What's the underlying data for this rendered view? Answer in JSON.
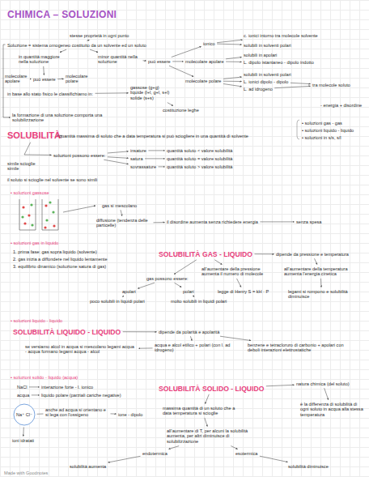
{
  "diagram": {
    "title": "CHIMICA – SOLUZIONI",
    "nodes": [
      {
        "text": [
          "Soluzione = sistema omogeneo costituito da un solvente ed un soluto"
        ]
      },
      {
        "text": [
          "stesse proprietà in ogni punto"
        ]
      },
      {
        "text": [
          "in quantità maggiore nella soluzione"
        ]
      },
      {
        "text": [
          "minor quantità nella soluzione"
        ]
      },
      {
        "text": [
          "può essere"
        ]
      },
      {
        "text": [
          "molecolare apolare"
        ]
      },
      {
        "text": [
          "molecolare polare"
        ]
      },
      {
        "text": [
          "può essere"
        ]
      },
      {
        "text": [
          "ionico"
        ]
      },
      {
        "text": [
          "molecolare apolare"
        ]
      },
      {
        "text": [
          "molecolare polare"
        ]
      },
      {
        "text": [
          "c. ionici intorno tra molecole solvente"
        ]
      },
      {
        "text": [
          "solubili in solventi polari"
        ]
      },
      {
        "text": [
          "solubili in apolari"
        ]
      },
      {
        "text": [
          "L. dipolo istantaneo - dipolo indotto"
        ]
      },
      {
        "text": [
          "solubili in solventi polari"
        ]
      },
      {
        "text": [
          "L. ionici dipolo - dipolo"
        ]
      },
      {
        "text": [
          "L. ad idrogeno"
        ]
      },
      {
        "text": [
          "tra molecole soluto"
        ]
      },
      {
        "text": [
          "in base allo stato fisico le classifichiamo in:"
        ]
      },
      {
        "text": [
          "gassose (g+g)",
          "liquide (l+l, g+l, s+l)",
          "solide (s+s)"
        ]
      },
      {
        "text": [
          "costituzione leghe"
        ]
      },
      {
        "text": [
          "la formazione di una soluzione comporta una solubilizzazione"
        ]
      },
      {
        "text": [
          "quantità massima di soluto che a data temperatura si può sciogliere in una quantità di solvente"
        ]
      },
      {
        "text": [
          "SOLUBILITÀ"
        ]
      },
      {
        "text": [
          "quantità massima di soluto che a data temperatura si può sciogliere in una quantità di solvente"
        ]
      },
      {
        "text": [
          "soluzioni possono essere:"
        ]
      },
      {
        "text": [
          "insature"
        ]
      },
      {
        "text": [
          "satura"
        ]
      },
      {
        "text": [
          "sovrassature"
        ]
      },
      {
        "text": [
          "quantità soluto < valore solubilità"
        ]
      },
      {
        "text": [
          "quantità soluto = valore solubilità"
        ]
      },
      {
        "text": [
          "quantità soluto > valore solubilità"
        ]
      },
      {
        "text": [
          "gas si mescolano"
        ]
      },
      {
        "text": [
          "diffusione (tendenza delle particelle)"
        ]
      },
      {
        "text": [
          "il disordine aumenta senza richiedere energia"
        ]
      },
      {
        "text": [
          "senza spesa"
        ]
      },
      {
        "text": [
          "SOLUBILITÀ GAS - LIQUIDO"
        ]
      },
      {
        "text": [
          "dipende da pressione e temperatura"
        ]
      },
      {
        "text": [
          "all'aumentare della pressione aumenta il numero di molecole"
        ]
      },
      {
        "text": [
          "legge di Henry S = kH · P"
        ]
      },
      {
        "text": [
          "all'aumentare della temperatura aumenta l'energia cinetica"
        ]
      },
      {
        "text": [
          "legami si rompono e solubilità diminuisce"
        ]
      },
      {
        "text": [
          "gas possono essere:"
        ]
      },
      {
        "text": [
          "apolari"
        ]
      },
      {
        "text": [
          "polari"
        ]
      },
      {
        "text": [
          "poco solubili in liquidi polari"
        ]
      },
      {
        "text": [
          "molto solubili in liquidi polari"
        ]
      },
      {
        "text": [
          "SOLUBILITÀ LIQUIDO - LIQUIDO"
        ]
      },
      {
        "text": [
          "dipende da polarità e apolarità"
        ]
      },
      {
        "text": [
          "acqua e alcol etilico + polari (con l. ad idrogeno)"
        ]
      },
      {
        "text": [
          "benzene e tetracloruro di carbonio + apolari con deboli interazioni elettrostatiche"
        ]
      },
      {
        "text": [
          "se versiamo alcol in acqua si mescolano legami acqua - acqua formano legami acqua - alcol"
        ]
      },
      {
        "text": [
          "NaCl"
        ]
      },
      {
        "text": [
          "interazione forte - l. ionico"
        ]
      },
      {
        "text": [
          "acqua"
        ]
      },
      {
        "text": [
          "liquido polare (parziali cariche negative)"
        ]
      },
      {
        "text": [
          "Na⁺ Cl⁻"
        ]
      },
      {
        "text": [
          "anche ad acqua si orientano e si lega con l'ossigeno"
        ]
      },
      {
        "text": [
          "ione - dipolo"
        ]
      },
      {
        "text": [
          "ioni idratati"
        ]
      },
      {
        "text": [
          "SOLUBILITÀ SOLIDO - LIQUIDO"
        ]
      },
      {
        "text": [
          "natura chimica (del soluto)"
        ]
      },
      {
        "text": [
          "è la differenza di solubilità di ogni soluto in acqua alla stessa temperatura"
        ]
      },
      {
        "text": [
          "massima quantità di un soluto che a data temperatura si scioglie"
        ]
      },
      {
        "text": [
          "all'aumentare di T, per alcuni la solubilità aumenta, per altri diminuisce di solubilizzazione"
        ]
      },
      {
        "text": [
          "endotermica"
        ]
      },
      {
        "text": [
          "esotermica"
        ]
      },
      {
        "text": [
          "solubilità aumenta"
        ]
      },
      {
        "text": [
          "solubilità diminuisce"
        ]
      }
    ],
    "edges": [
      {
        "from": 0,
        "to": 1,
        "arrow": "to"
      },
      {
        "from": 0,
        "to": 2,
        "arrow": "to"
      },
      {
        "from": 0,
        "to": 3,
        "arrow": "to"
      },
      {
        "from": 2,
        "to": 4,
        "arrow": "to"
      },
      {
        "from": 4,
        "to": 5,
        "arrow": "to"
      },
      {
        "from": 4,
        "to": 6,
        "arrow": "to"
      },
      {
        "from": 3,
        "to": 7,
        "arrow": "to"
      },
      {
        "from": 7,
        "to": 8,
        "arrow": "to"
      },
      {
        "from": 7,
        "to": 9,
        "arrow": "to"
      },
      {
        "from": 7,
        "to": 10,
        "arrow": "to"
      },
      {
        "from": 8,
        "to": 11,
        "arrow": "to"
      },
      {
        "from": 8,
        "to": 12,
        "arrow": "to"
      },
      {
        "from": 9,
        "to": 13,
        "arrow": "to"
      },
      {
        "from": 9,
        "to": 14,
        "arrow": "to"
      },
      {
        "from": 10,
        "to": 15,
        "arrow": "to"
      },
      {
        "from": 10,
        "to": 16,
        "arrow": "to"
      },
      {
        "from": 10,
        "to": 17,
        "arrow": "to"
      },
      {
        "from": 16,
        "to": 18,
        "arrow": "to"
      },
      {
        "from": 17,
        "to": 18,
        "arrow": "to"
      },
      {
        "from": 19,
        "to": 20,
        "arrow": "to"
      },
      {
        "from": 20,
        "to": 21,
        "arrow": "to"
      },
      {
        "from": 0,
        "to": 22,
        "arrow": "to"
      },
      {
        "from": 24,
        "to": 25,
        "arrow": "to"
      },
      {
        "from": 24,
        "to": 26,
        "arrow": "to"
      },
      {
        "from": 26,
        "to": 27,
        "arrow": "to"
      },
      {
        "from": 26,
        "to": 28,
        "arrow": "to"
      },
      {
        "from": 26,
        "to": 29,
        "arrow": "to"
      },
      {
        "from": 27,
        "to": 30,
        "arrow": "to"
      },
      {
        "from": 28,
        "to": 31,
        "arrow": "to"
      },
      {
        "from": 29,
        "to": 32,
        "arrow": "to"
      },
      {
        "from": 33,
        "to": 34,
        "arrow": "to"
      },
      {
        "from": 34,
        "to": 35,
        "arrow": "to"
      },
      {
        "from": 35,
        "to": 36,
        "arrow": "to"
      },
      {
        "from": 37,
        "to": 38,
        "arrow": "to"
      },
      {
        "from": 37,
        "to": 39,
        "arrow": "to"
      },
      {
        "from": 39,
        "to": 40,
        "arrow": "to"
      },
      {
        "from": 38,
        "to": 41,
        "arrow": "to"
      },
      {
        "from": 41,
        "to": 42,
        "arrow": "to"
      },
      {
        "from": 37,
        "to": 43,
        "arrow": "to"
      },
      {
        "from": 43,
        "to": 44,
        "arrow": "to"
      },
      {
        "from": 43,
        "to": 45,
        "arrow": "to"
      },
      {
        "from": 44,
        "to": 46,
        "arrow": "to"
      },
      {
        "from": 45,
        "to": 47,
        "arrow": "to"
      },
      {
        "from": 48,
        "to": 49,
        "arrow": "to"
      },
      {
        "from": 49,
        "to": 50,
        "arrow": "to"
      },
      {
        "from": 49,
        "to": 51,
        "arrow": "to"
      },
      {
        "from": 50,
        "to": 52,
        "arrow": "to"
      },
      {
        "from": 53,
        "to": 54,
        "arrow": "to"
      },
      {
        "from": 55,
        "to": 56,
        "arrow": "to"
      },
      {
        "from": 57,
        "to": 58,
        "arrow": "none"
      },
      {
        "from": 58,
        "to": 59,
        "arrow": "to"
      },
      {
        "from": 57,
        "to": 60,
        "arrow": "to"
      },
      {
        "from": 61,
        "to": 62,
        "arrow": "to"
      },
      {
        "from": 62,
        "to": 63,
        "arrow": "to"
      },
      {
        "from": 61,
        "to": 64,
        "arrow": "to"
      },
      {
        "from": 64,
        "to": 65,
        "arrow": "to"
      },
      {
        "from": 65,
        "to": 66,
        "arrow": "to"
      },
      {
        "from": 65,
        "to": 67,
        "arrow": "to"
      },
      {
        "from": 66,
        "to": 68,
        "arrow": "to"
      },
      {
        "from": 67,
        "to": 69,
        "arrow": "to"
      }
    ],
    "labels": [
      "- energia + disordine",
      "• soluzioni gas - gas",
      "• soluzioni liquido - liquido",
      "• soluzioni in s/s, s/l",
      "simile scioglie simile",
      "il soluto si scioglie nel solvente se sono simili",
      "• soluzioni gassose",
      "• soluzioni gas in liquido",
      "1. prima fase: gas sopra liquido (solvente)",
      "2. gas inizia a diffondere nel liquido lentamente",
      "3. equilibrio dinamico (soluzione satura di gas)",
      "• soluzioni liquido - liquido",
      "• soluzioni solido - liquido (acqua)",
      "Made with Goodnotes"
    ]
  }
}
